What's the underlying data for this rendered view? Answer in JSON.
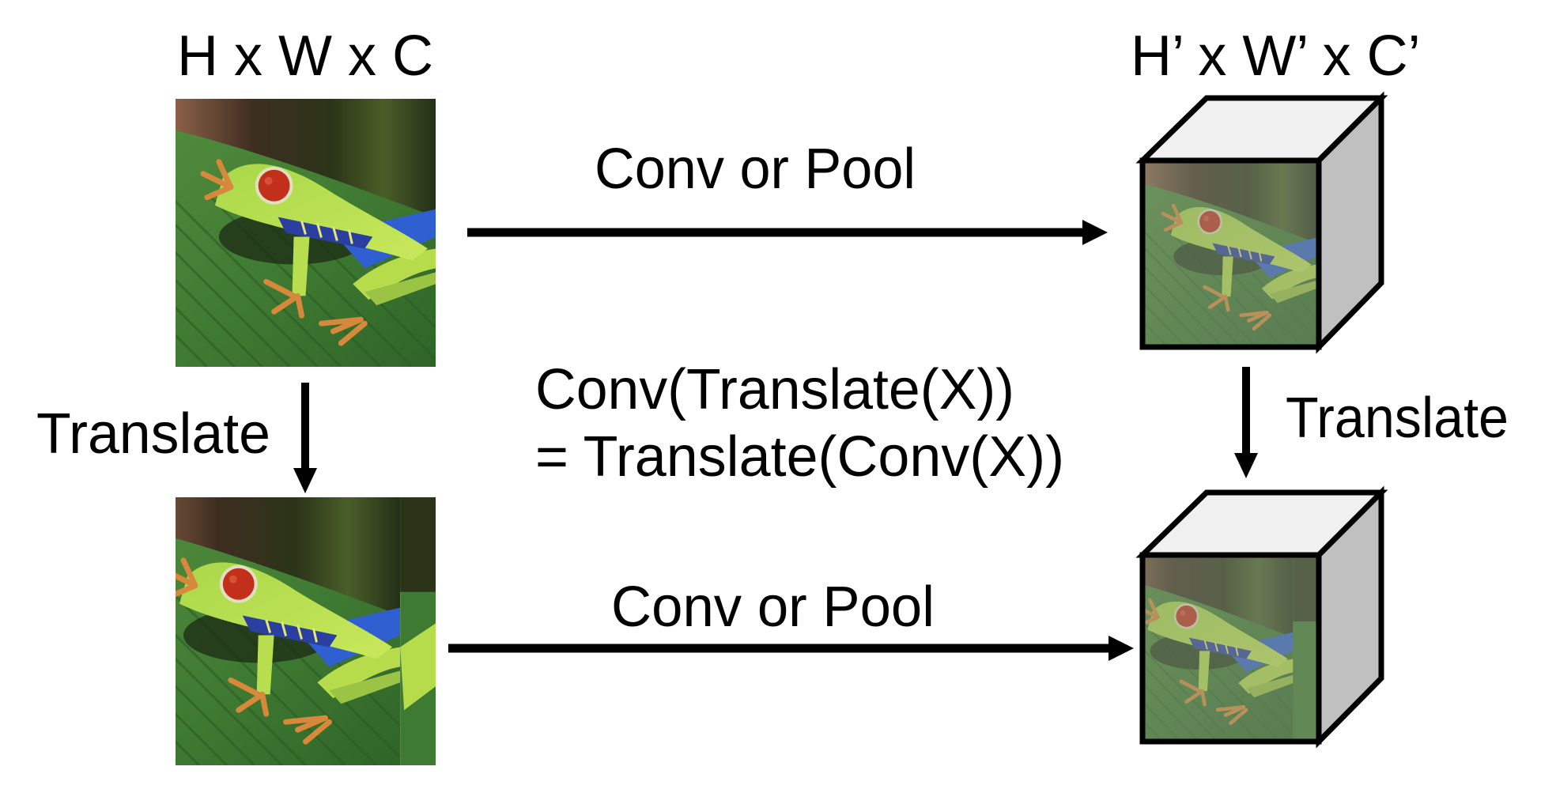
{
  "diagram": {
    "title": "Translation equivariance of convolution and pooling",
    "input": {
      "shape_label": "H x W x C",
      "image_subject": "red-eyed tree frog on a green leaf"
    },
    "output": {
      "shape_label": "H’ x W’ x C’"
    },
    "edges": {
      "top_op_label": "Conv or Pool",
      "bottom_op_label": "Conv or Pool",
      "left_translate_label": "Translate",
      "right_translate_label": "Translate"
    },
    "equation": {
      "line1": "Conv(Translate(X))",
      "line2": "= Translate(Conv(X))"
    },
    "colors": {
      "stroke": "#000000",
      "cube_top": "#f0f0f0",
      "cube_side": "#c0c0c0",
      "background": "#ffffff"
    }
  }
}
